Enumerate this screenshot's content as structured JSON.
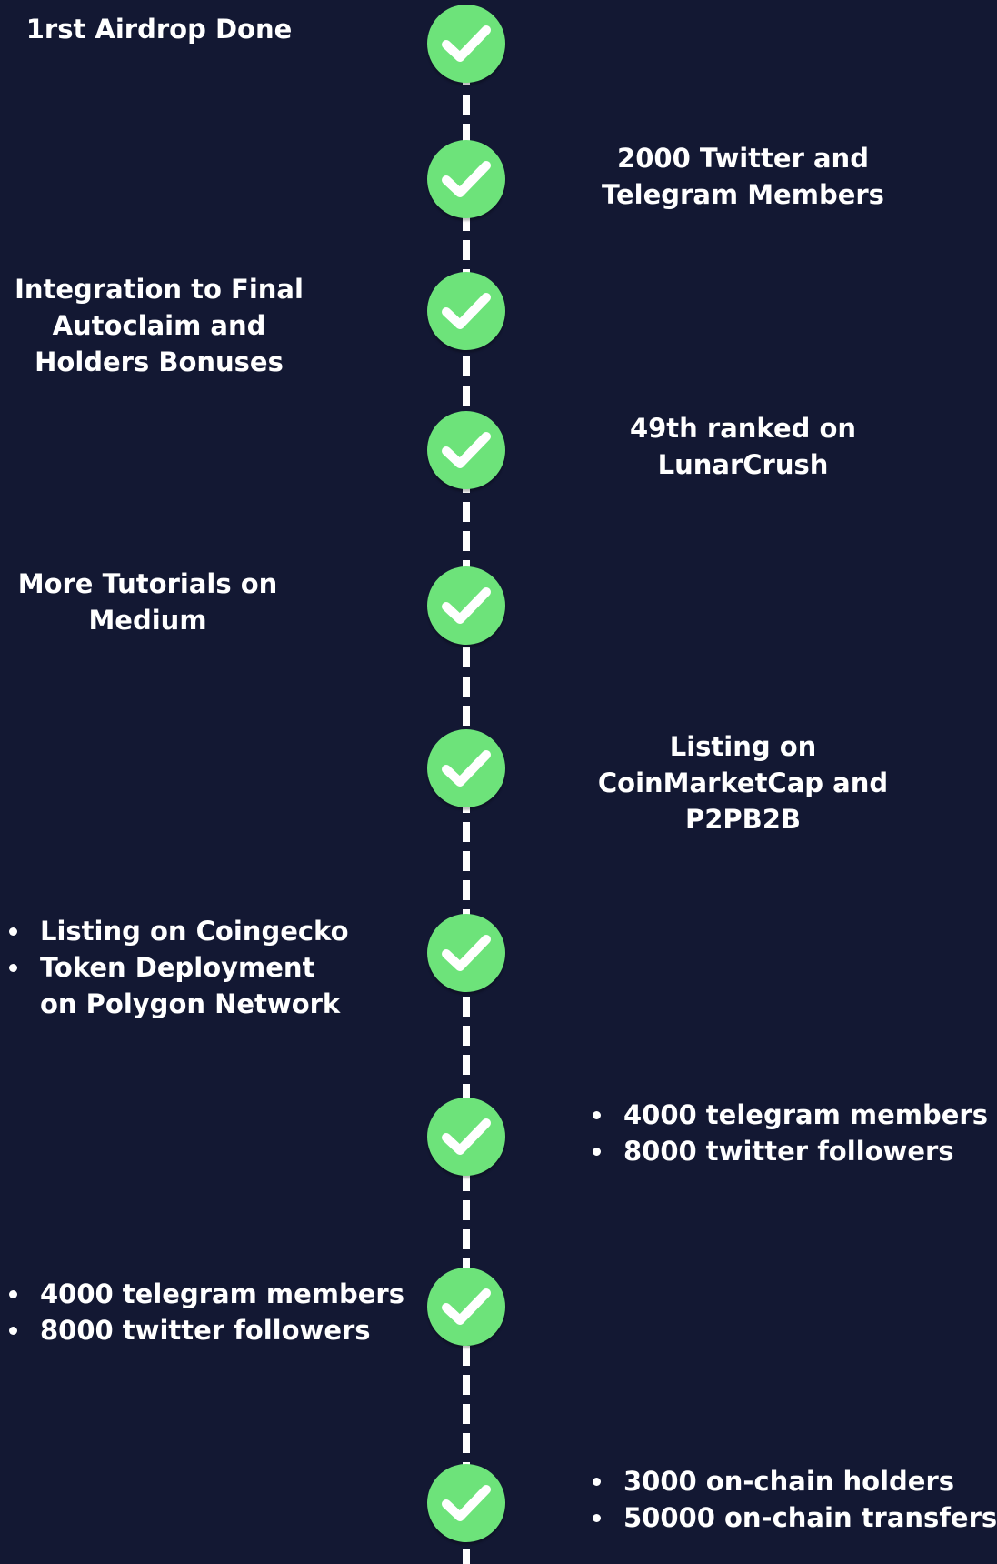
{
  "colors": {
    "background": "#131833",
    "check_fill": "#6de37a",
    "line": "#ffffff",
    "text": "#ffffff"
  },
  "icons": {
    "milestone": "checkmark-icon"
  },
  "milestones": [
    {
      "side": "left",
      "lines": [
        "1rst Airdrop Done"
      ]
    },
    {
      "side": "right",
      "lines": [
        "2000 Twitter and",
        "Telegram Members"
      ]
    },
    {
      "side": "left",
      "lines": [
        "Integration to Final",
        "Autoclaim and",
        "Holders Bonuses"
      ]
    },
    {
      "side": "right",
      "lines": [
        "49th ranked on",
        "LunarCrush"
      ]
    },
    {
      "side": "left",
      "lines": [
        "More Tutorials on",
        "Medium"
      ]
    },
    {
      "side": "right",
      "lines": [
        "Listing on",
        "CoinMarketCap and",
        "P2PB2B"
      ]
    },
    {
      "side": "left",
      "bullets": [
        [
          "Listing on Coingecko"
        ],
        [
          "Token Deployment",
          "on Polygon Network"
        ]
      ]
    },
    {
      "side": "right",
      "bullets": [
        [
          "4000 telegram members"
        ],
        [
          "8000 twitter followers"
        ]
      ]
    },
    {
      "side": "left",
      "bullets": [
        [
          "4000 telegram members"
        ],
        [
          "8000 twitter followers"
        ]
      ]
    },
    {
      "side": "right",
      "bullets": [
        [
          "3000 on-chain holders"
        ],
        [
          "50000 on-chain transfers"
        ]
      ]
    }
  ]
}
